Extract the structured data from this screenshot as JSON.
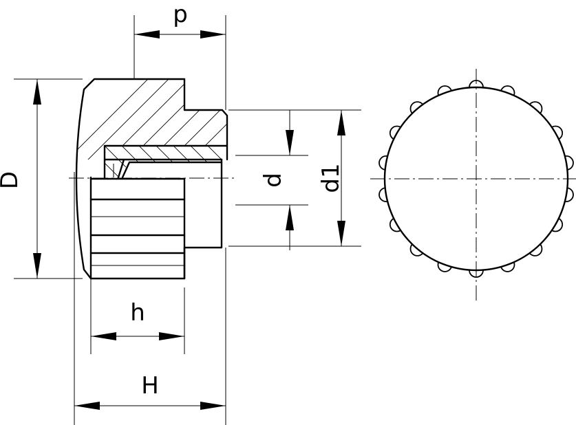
{
  "dimensions": {
    "p": "p",
    "D": "D",
    "d": "d",
    "d1": "d1",
    "h": "h",
    "H": "H"
  },
  "views": {
    "side": "section-view",
    "front": "knurled-end-view"
  },
  "front_view": {
    "knurl_count": 18
  }
}
